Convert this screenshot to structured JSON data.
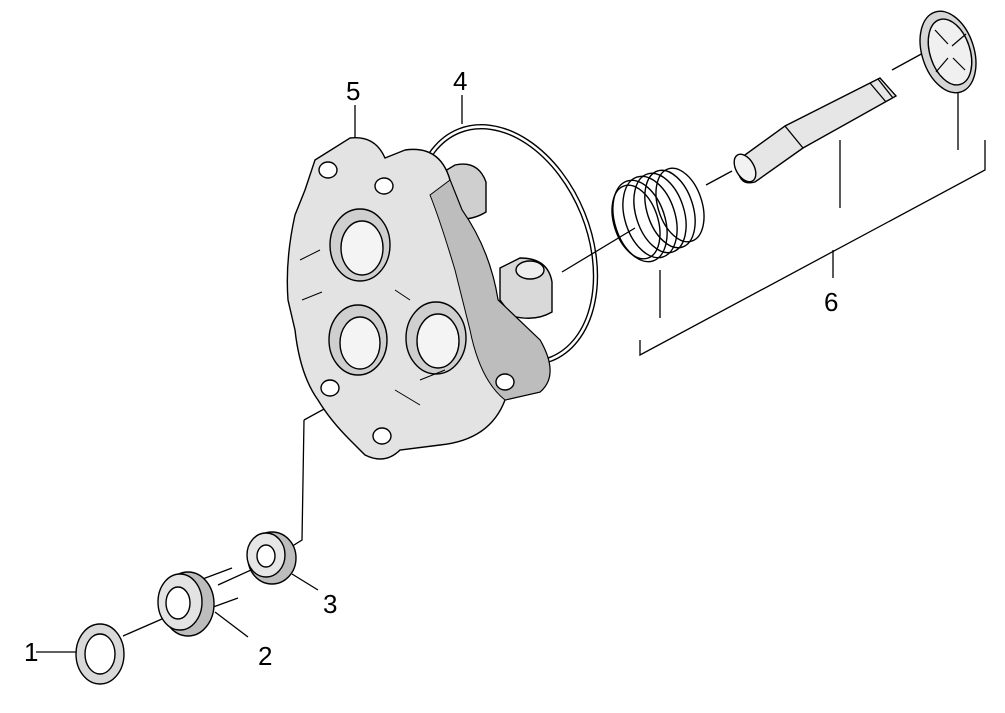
{
  "labels": {
    "p1": "1",
    "p2": "2",
    "p3": "3",
    "p4": "4",
    "p5": "5",
    "p6": "6"
  },
  "colors": {
    "ink": "#000000",
    "paper": "#ffffff",
    "shade_light": "#d9d9d9",
    "shade_mid": "#b3b3b3",
    "shade_dark": "#8c8c8c"
  }
}
